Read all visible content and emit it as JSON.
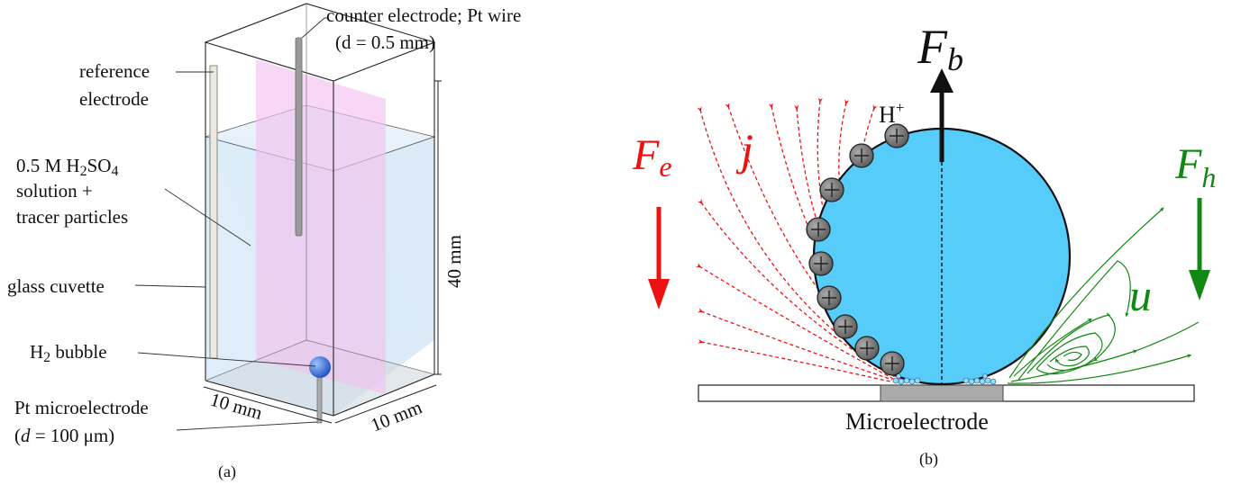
{
  "panel_a": {
    "caption": "(a)",
    "labels": {
      "counter_electrode_line1": "counter electrode; Pt wire",
      "counter_electrode_line2": "(d = 0.5 mm)",
      "reference_line1": "reference",
      "reference_line2": "electrode",
      "solution_conc": "0.5 M H",
      "solution_sub1": "2",
      "solution_so": "SO",
      "solution_sub2": "4",
      "solution_line2": "solution +",
      "solution_line3": "tracer particles",
      "cuvette": "glass cuvette",
      "bubble_h": "H",
      "bubble_sub": "2",
      "bubble_word": " bubble",
      "microelectrode_line1": "Pt microelectrode",
      "microelectrode_d": "d",
      "microelectrode_rest": " = 100 μm)",
      "microelectrode_open": "(",
      "dim_width": "10 mm",
      "dim_depth": "10 mm",
      "dim_height": "40 mm"
    },
    "colors": {
      "liquid": "#dcecf8",
      "membrane": "#f2c2f0",
      "bubble": "#3f78e0"
    }
  },
  "panel_b": {
    "caption": "(b)",
    "labels": {
      "buoyancy_F": "F",
      "buoyancy_sub": "b",
      "electric_F": "F",
      "electric_sub": "e",
      "hydro_F": "F",
      "hydro_sub": "h",
      "current": "j",
      "velocity": "u",
      "proton_H": "H",
      "proton_sup": "+",
      "electrode": "Microelectrode"
    },
    "colors": {
      "bubble_fill": "#55ccfa",
      "electric": "#ee1111",
      "hydro": "#118811",
      "ion": "#777777"
    }
  }
}
